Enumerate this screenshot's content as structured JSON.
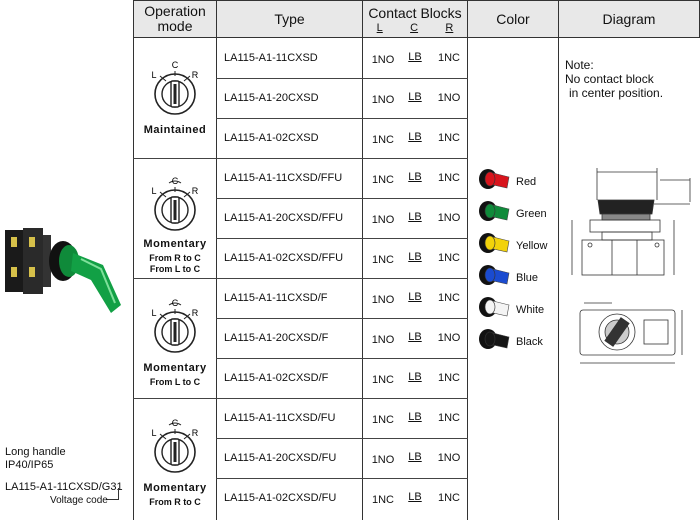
{
  "header": {
    "operation_mode_l1": "Operation",
    "operation_mode_l2": "mode",
    "type": "Type",
    "contact_blocks": "Contact Blocks",
    "cb_l": "L",
    "cb_c": "C",
    "cb_r": "R",
    "color": "Color",
    "diagram": "Diagram"
  },
  "modes": [
    {
      "label": "Maintained",
      "sub1": "",
      "sub2": ""
    },
    {
      "label": "Momentary",
      "sub1": "From R to C",
      "sub2": "From L to C"
    },
    {
      "label": "Momentary",
      "sub1": "From L to C",
      "sub2": ""
    },
    {
      "label": "Momentary",
      "sub1": "From R to C",
      "sub2": ""
    }
  ],
  "rows": [
    {
      "type": "LA115-A1-11CXSD",
      "l": "1NO",
      "c": "LB",
      "r": "1NC"
    },
    {
      "type": "LA115-A1-20CXSD",
      "l": "1NO",
      "c": "LB",
      "r": "1NO"
    },
    {
      "type": "LA115-A1-02CXSD",
      "l": "1NC",
      "c": "LB",
      "r": "1NC"
    },
    {
      "type": "LA115-A1-11CXSD/FFU",
      "l": "1NC",
      "c": "LB",
      "r": "1NC"
    },
    {
      "type": "LA115-A1-20CXSD/FFU",
      "l": "1NO",
      "c": "LB",
      "r": "1NO"
    },
    {
      "type": "LA115-A1-02CXSD/FFU",
      "l": "1NC",
      "c": "LB",
      "r": "1NC"
    },
    {
      "type": "LA115-A1-11CXSD/F",
      "l": "1NO",
      "c": "LB",
      "r": "1NC"
    },
    {
      "type": "LA115-A1-20CXSD/F",
      "l": "1NO",
      "c": "LB",
      "r": "1NO"
    },
    {
      "type": "LA115-A1-02CXSD/F",
      "l": "1NC",
      "c": "LB",
      "r": "1NC"
    },
    {
      "type": "LA115-A1-11CXSD/FU",
      "l": "1NC",
      "c": "LB",
      "r": "1NC"
    },
    {
      "type": "LA115-A1-20CXSD/FU",
      "l": "1NO",
      "c": "LB",
      "r": "1NO"
    },
    {
      "type": "LA115-A1-02CXSD/FU",
      "l": "1NC",
      "c": "LB",
      "r": "1NC"
    }
  ],
  "dial_letters": {
    "l": "L",
    "c": "C",
    "r": "R"
  },
  "colors": [
    {
      "name": "Red",
      "hex": "#d8141c"
    },
    {
      "name": "Green",
      "hex": "#0f8a3a"
    },
    {
      "name": "Yellow",
      "hex": "#f2d20a"
    },
    {
      "name": "Blue",
      "hex": "#1a4bd0"
    },
    {
      "name": "White",
      "hex": "#f4f4f4"
    },
    {
      "name": "Black",
      "hex": "#151515"
    }
  ],
  "note": {
    "l1": "Note:",
    "l2": "No contact block",
    "l3": "in center position."
  },
  "left": {
    "handle": "Long handle",
    "ip": "IP40/IP65",
    "model": "LA115-A1-11CXSD/G31",
    "voltage": "Voltage code"
  }
}
